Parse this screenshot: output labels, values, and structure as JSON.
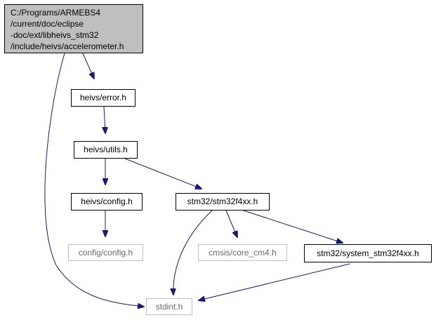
{
  "graph": {
    "root_label_lines": [
      "C:/Programs/ARMEBS4",
      "/current/doc/eclipse",
      "-doc/ext/libheivs_stm32",
      "/include/heivs/accelerometer.h"
    ],
    "nodes": {
      "error": "heivs/error.h",
      "utils": "heivs/utils.h",
      "config": "heivs/config.h",
      "stm32f4xx": "stm32/stm32f4xx.h",
      "config_config": "config/config.h",
      "core_cm4": "cmsis/core_cm4.h",
      "system_stm32f4xx": "stm32/system_stm32f4xx.h",
      "stdint": "stdint.h"
    },
    "edges": [
      [
        "root",
        "error"
      ],
      [
        "root",
        "stdint"
      ],
      [
        "error",
        "utils"
      ],
      [
        "utils",
        "config"
      ],
      [
        "utils",
        "stm32f4xx"
      ],
      [
        "config",
        "config_config"
      ],
      [
        "stm32f4xx",
        "stdint"
      ],
      [
        "stm32f4xx",
        "core_cm4"
      ],
      [
        "stm32f4xx",
        "system_stm32f4xx"
      ],
      [
        "system_stm32f4xx",
        "stdint"
      ]
    ],
    "colors": {
      "edge": "#191970",
      "node_border": "#000000",
      "missing_border": "#bfbfbf",
      "root_fill": "#bfbfbf"
    }
  }
}
